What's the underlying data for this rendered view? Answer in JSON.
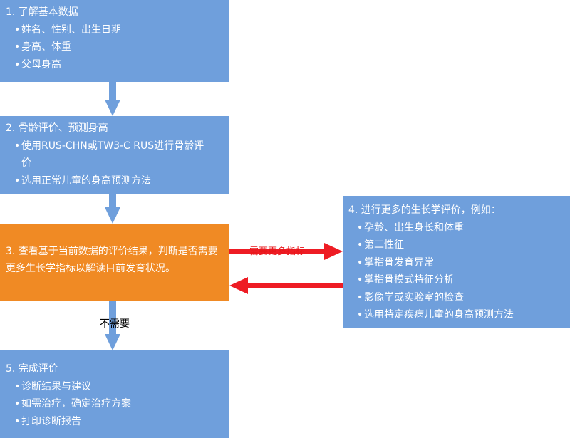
{
  "colors": {
    "box_blue": "#6f9fdc",
    "box_orange": "#f08a24",
    "arrow_blue": "#6f9fdc",
    "arrow_red": "#ee1c24"
  },
  "step1": {
    "title": "1. 了解基本数据",
    "items": [
      "姓名、性别、出生日期",
      "身高、体重",
      "父母身高"
    ]
  },
  "step2": {
    "title": "2. 骨龄评价、预测身高",
    "items": [
      "使用RUS-CHN或TW3-C RUS进行骨龄评价",
      "选用正常儿童的身高预测方法"
    ]
  },
  "step3": {
    "text": "3. 查看基于当前数据的评价结果，判断是否需要更多生长学指标以解读目前发育状况。"
  },
  "step4": {
    "title": "4. 进行更多的生长学评价，例如：",
    "items": [
      "孕龄、出生身长和体重",
      "第二性征",
      "掌指骨发育异常",
      "掌指骨模式特征分析",
      "影像学或实验室的检查",
      "选用特定疾病儿童的身高预测方法"
    ]
  },
  "step5": {
    "title": "5. 完成评价",
    "items": [
      "诊断结果与建议",
      "如需治疗，确定治疗方案",
      "打印诊断报告"
    ]
  },
  "edges": {
    "need_more": "需要更多指标",
    "not_needed": "不需要"
  }
}
